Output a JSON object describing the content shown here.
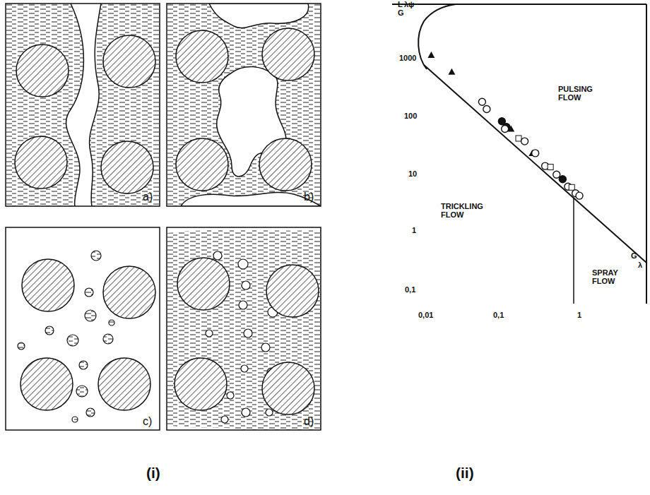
{
  "diagram": {
    "labels": [
      "a)",
      "b)",
      "c)",
      "d)",
      "(i)",
      "(ii)",
      "L",
      "G",
      "λψ",
      "1000",
      "100",
      "10",
      "1",
      "0,1",
      "0,01",
      "0,1",
      "1",
      "G",
      "λ",
      "PULSING FLOW",
      "TRICKLING FLOW",
      "SPRAY FLOW"
    ]
  }
}
